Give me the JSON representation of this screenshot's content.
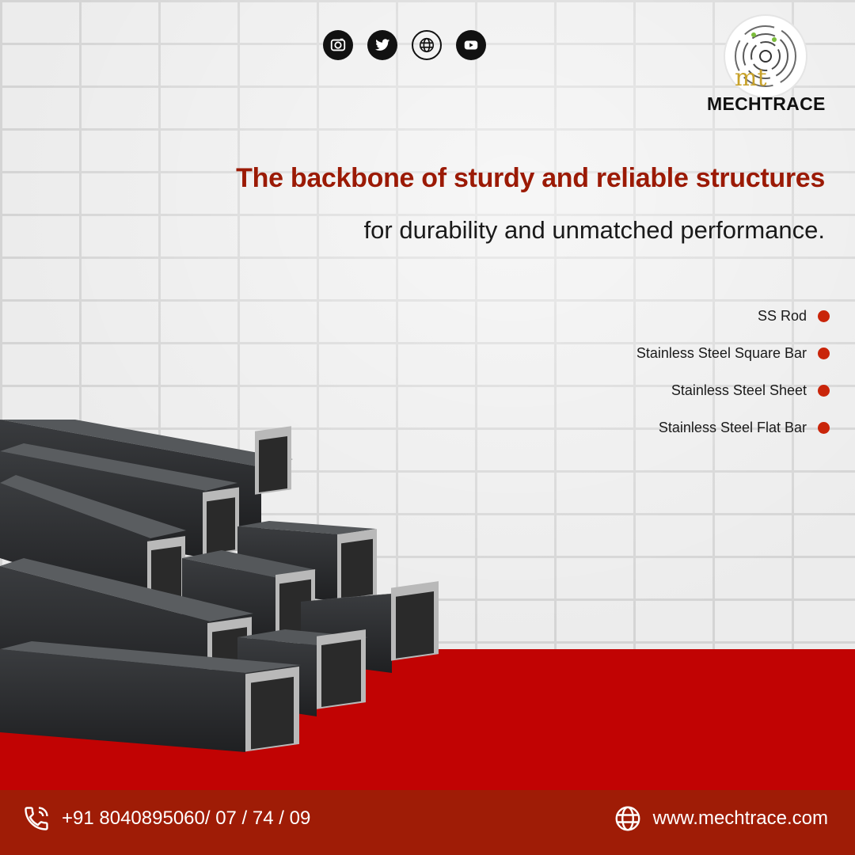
{
  "brand": {
    "name": "MECHTRACE",
    "logo_letters": "mt",
    "logo_icon": "mechtrace-logo"
  },
  "social": [
    {
      "icon": "instagram-icon"
    },
    {
      "icon": "twitter-icon"
    },
    {
      "icon": "globe-icon"
    },
    {
      "icon": "youtube-icon"
    }
  ],
  "headline": "The backbone of sturdy and reliable structures",
  "subline": "for durability and unmatched performance.",
  "products": [
    "SS Rod",
    "Stainless Steel Square Bar",
    "Stainless Steel Sheet",
    "Stainless Steel Flat Bar"
  ],
  "footer": {
    "phone": "+91 8040895060/ 07 / 74 / 09",
    "website": "www.mechtrace.com"
  },
  "colors": {
    "accent_red": "#c10303",
    "footer_red": "#9f1c06",
    "headline": "#9b1a05",
    "bullet": "#c9250a"
  }
}
